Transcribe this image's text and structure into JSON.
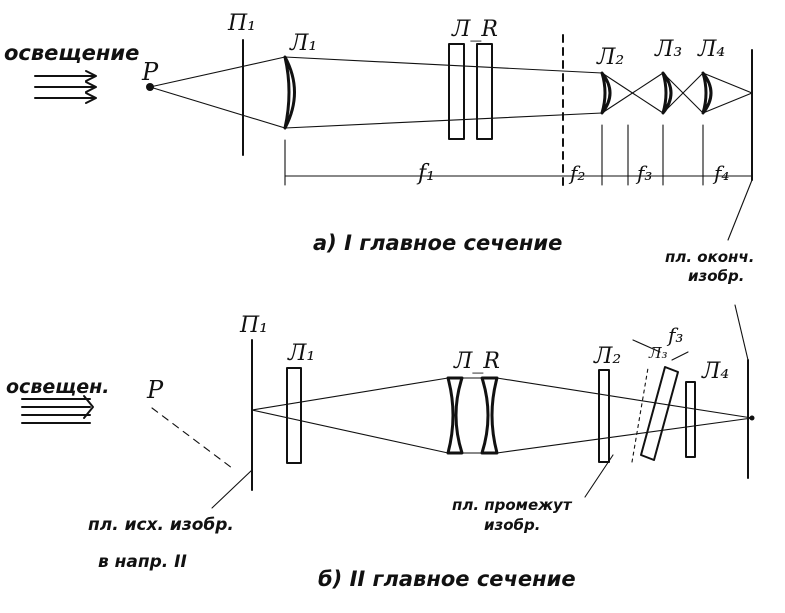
{
  "section_a": {
    "illum_label": "освещение",
    "source_label": "P",
    "plane_label": "П₁",
    "lens_labels": [
      "Л₁",
      "Л_R",
      "Л₂",
      "Л₃",
      "Л₄"
    ],
    "focal_labels": [
      "f₁",
      "f₂",
      "f₃",
      "f₄"
    ],
    "caption": "а) I главное сечение",
    "final_plane_label_1": "пл. оконч.",
    "final_plane_label_2": "изобр."
  },
  "section_b": {
    "illum_label": "освещен.",
    "source_label": "P",
    "plane_label": "П₁",
    "lens_labels": [
      "Л₁",
      "Л_R",
      "Л₂",
      "Л₃",
      "Л₄"
    ],
    "focal_label": "f₃",
    "intermediate_label_1": "пл. промежут",
    "intermediate_label_2": "изобр.",
    "source_plane_label_1": "пл. исх. изобр.",
    "source_plane_label_2": "в напр. II",
    "caption": "б) II главное сечение"
  }
}
